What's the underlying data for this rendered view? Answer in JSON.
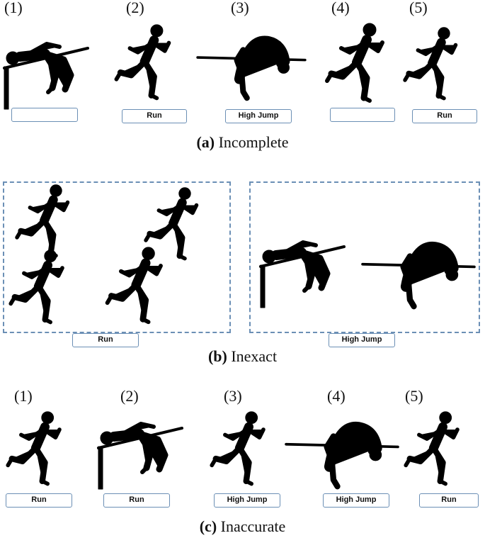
{
  "panels": {
    "a": {
      "letter": "(a)",
      "caption": "Incomplete",
      "numbers": [
        "(1)",
        "(2)",
        "(3)",
        "(4)",
        "(5)"
      ],
      "labels": [
        "",
        "Run",
        "High Jump",
        "",
        "Run"
      ]
    },
    "b": {
      "letter": "(b)",
      "caption": "Inexact",
      "labels": [
        "Run",
        "High Jump"
      ]
    },
    "c": {
      "letter": "(c)",
      "caption": "Inaccurate",
      "numbers": [
        "(1)",
        "(2)",
        "(3)",
        "(4)",
        "(5)"
      ],
      "labels": [
        "Run",
        "Run",
        "High Jump",
        "High Jump",
        "Run"
      ]
    }
  },
  "icons": {
    "runner": "runner-icon",
    "jumper-scissor": "high-jumper-scissor-icon",
    "jumper-arch": "high-jumper-arch-icon"
  },
  "colors": {
    "dashed_border": "#6b8fb5",
    "label_border": "#6b8fb5",
    "silhouette": "#000000"
  }
}
